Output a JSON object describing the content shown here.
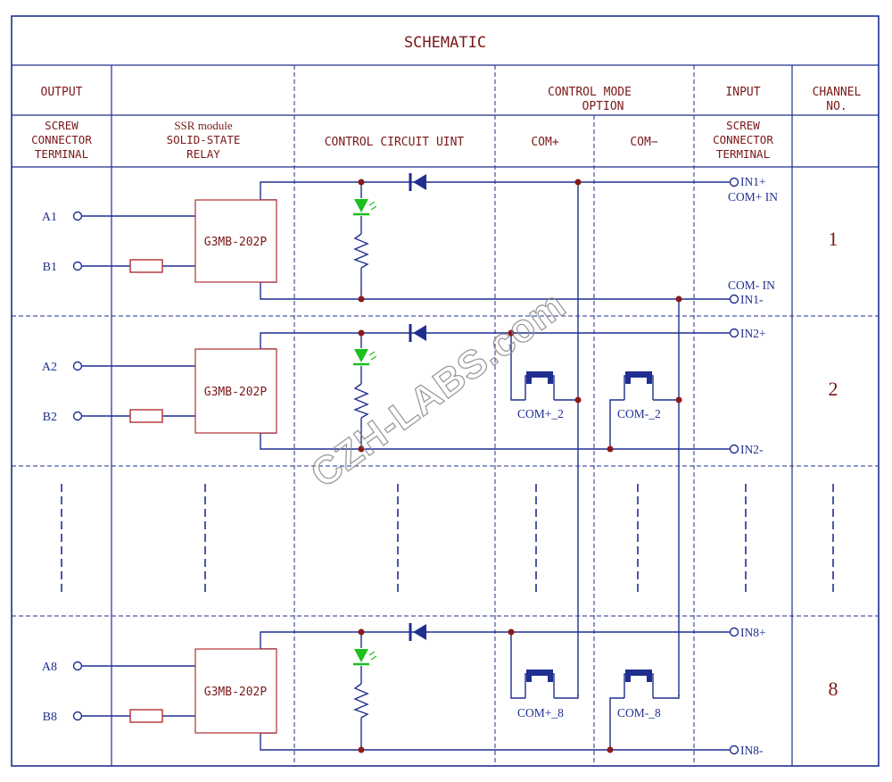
{
  "header": {
    "title": "SCHEMATIC",
    "output": "OUTPUT",
    "control_mode_1": "CONTROL MODE",
    "control_mode_2": "OPTION",
    "input": "INPUT",
    "channel_1": "CHANNEL",
    "channel_2": "NO."
  },
  "subheader": {
    "screw_1": "SCREW",
    "screw_2": "CONNECTOR",
    "screw_3": "TERMINAL",
    "ssr_1": "SSR module",
    "ssr_2": "SOLID-STATE",
    "ssr_3": "RELAY",
    "control_circuit": "CONTROL CIRCUIT UINT",
    "com_plus": "COM+",
    "com_minus": "COM−",
    "in_screw_1": "SCREW",
    "in_screw_2": "CONNECTOR",
    "in_screw_3": "TERMINAL"
  },
  "channels": [
    {
      "number": "1",
      "out_a": "A1",
      "out_b": "B1",
      "relay": "G3MB-202P",
      "in_plus": "IN1+",
      "in_minus": "IN1-",
      "note_plus": "COM+ IN",
      "note_minus": "COM- IN",
      "jumper_plus": "",
      "jumper_minus": ""
    },
    {
      "number": "2",
      "out_a": "A2",
      "out_b": "B2",
      "relay": "G3MB-202P",
      "in_plus": "IN2+",
      "in_minus": "IN2-",
      "note_plus": "",
      "note_minus": "",
      "jumper_plus": "COM+_2",
      "jumper_minus": "COM-_2"
    },
    {
      "number": "8",
      "out_a": "A8",
      "out_b": "B8",
      "relay": "G3MB-202P",
      "in_plus": "IN8+",
      "in_minus": "IN8-",
      "note_plus": "",
      "note_minus": "",
      "jumper_plus": "COM+_8",
      "jumper_minus": "COM-_8"
    }
  ],
  "watermark": "CZH-LABS.com",
  "colors": {
    "frame": "#1f2f8f",
    "text": "#7a1818",
    "terminal_text": "#1f2f8f",
    "node": "#8b1a1a",
    "led": "#1dbf1d",
    "relay_border": "#b03030",
    "watermark": "#8a8a8a"
  }
}
